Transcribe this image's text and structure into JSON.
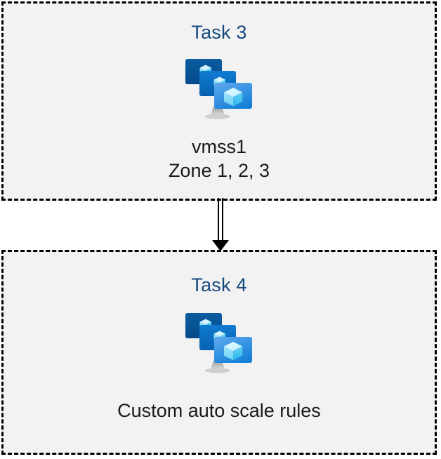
{
  "diagram": {
    "type": "flow",
    "background_color": "#ffffff",
    "box_fill_color": "#f2f2f2",
    "box_border_color": "#000000",
    "box_border_style": "dashed",
    "title_color": "#13497c",
    "caption_color": "#1a1a1a",
    "arrow_color": "#000000",
    "nodes": [
      {
        "id": "task3",
        "title": "Task 3",
        "icon": "azure-vm-scale-set-icon",
        "caption_lines": [
          "vmss1",
          "Zone 1, 2, 3"
        ]
      },
      {
        "id": "task4",
        "title": "Task 4",
        "icon": "azure-vm-scale-set-icon",
        "caption_lines": [
          "Custom auto scale rules"
        ]
      }
    ],
    "edges": [
      {
        "id": "task3-to-task4",
        "from": "task3",
        "to": "task4",
        "style": "double-line",
        "arrowhead": "filled-triangle",
        "direction": "down"
      }
    ]
  }
}
